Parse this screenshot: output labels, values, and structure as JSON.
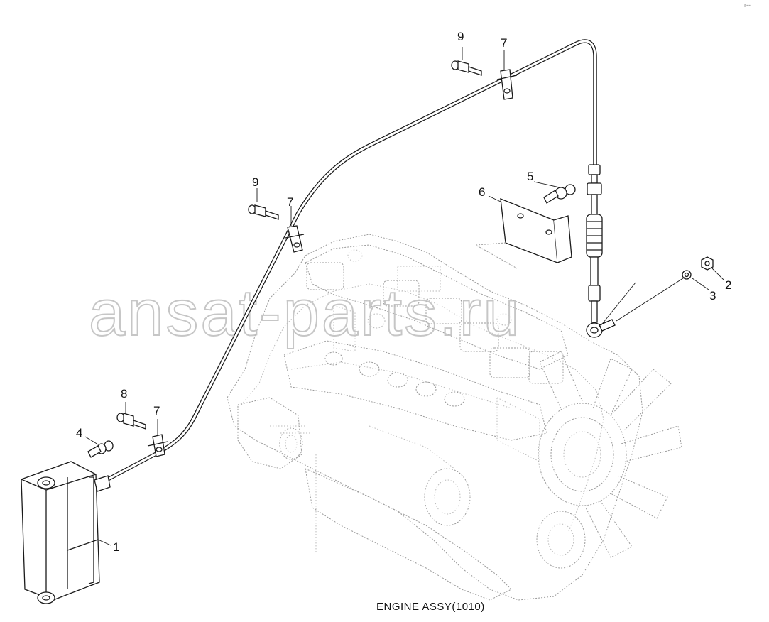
{
  "caption": "ENGINE ASSY(1010)",
  "watermark": "ansat-parts.ru",
  "corner_mark": "r--",
  "callouts": [
    "9",
    "7",
    "9",
    "7",
    "5",
    "6",
    "8",
    "7",
    "4",
    "3",
    "2",
    "1"
  ]
}
